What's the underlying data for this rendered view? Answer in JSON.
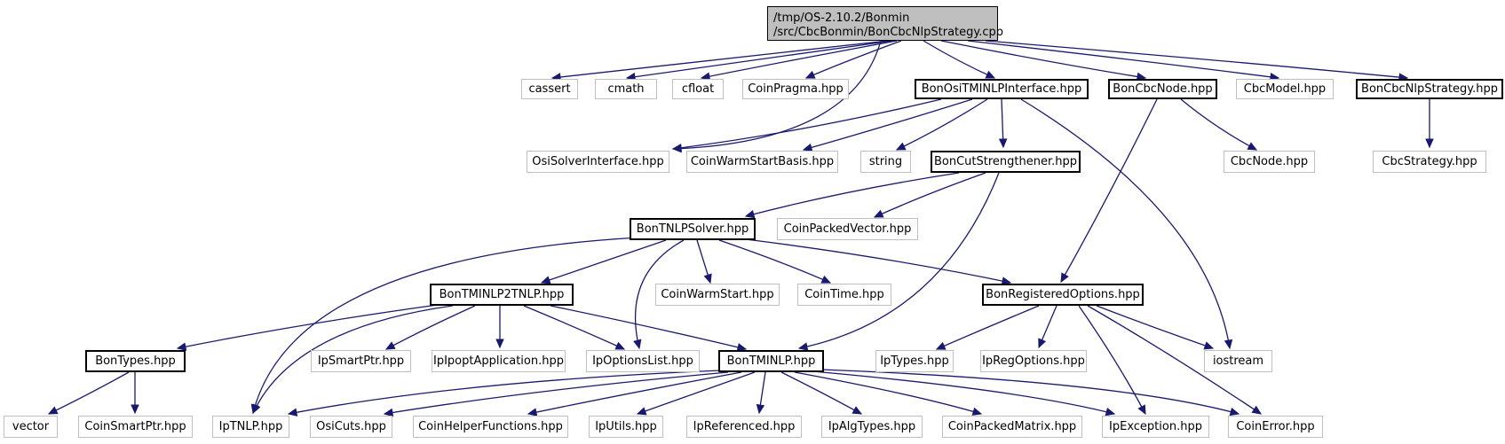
{
  "root": {
    "line1": "/tmp/OS-2.10.2/Bonmin",
    "line2": "/src/CbcBonmin/BonCbcNlpStrategy.cpp"
  },
  "nodes": {
    "cassert": "cassert",
    "cmath": "cmath",
    "cfloat": "cfloat",
    "coinpragma": "CoinPragma.hpp",
    "bonositminlp": "BonOsiTMINLPInterface.hpp",
    "boncbcnode": "BonCbcNode.hpp",
    "cbcmodel": "CbcModel.hpp",
    "boncbcnlpstrategy": "BonCbcNlpStrategy.hpp",
    "osisolver": "OsiSolverInterface.hpp",
    "coinwarmstartbasis": "CoinWarmStartBasis.hpp",
    "string": "string",
    "boncutstrengthener": "BonCutStrengthener.hpp",
    "cbcnode": "CbcNode.hpp",
    "cbcstrategy": "CbcStrategy.hpp",
    "bontnlpsolver": "BonTNLPSolver.hpp",
    "coinpackedvector": "CoinPackedVector.hpp",
    "bontminlp2tnlp": "BonTMINLP2TNLP.hpp",
    "coinwarmstart": "CoinWarmStart.hpp",
    "cointime": "CoinTime.hpp",
    "bonregisteredoptions": "BonRegisteredOptions.hpp",
    "bontypes": "BonTypes.hpp",
    "ipsmartptr": "IpSmartPtr.hpp",
    "ipipoptapplication": "IpIpoptApplication.hpp",
    "ipoptionslist": "IpOptionsList.hpp",
    "bontminlp": "BonTMINLP.hpp",
    "iptypes": "IpTypes.hpp",
    "ipregoptions": "IpRegOptions.hpp",
    "iostream": "iostream",
    "vector": "vector",
    "coinsmartptr": "CoinSmartPtr.hpp",
    "iptnlp": "IpTNLP.hpp",
    "osicuts": "OsiCuts.hpp",
    "coinhelperfunctions": "CoinHelperFunctions.hpp",
    "iputils": "IpUtils.hpp",
    "ipreferenced": "IpReferenced.hpp",
    "ipalgtypes": "IpAlgTypes.hpp",
    "coinpackedmatrix": "CoinPackedMatrix.hpp",
    "ipexception": "IpException.hpp",
    "coinerror": "CoinError.hpp"
  },
  "colors": {
    "edge": "#191970",
    "root_fill": "#bfbfbf",
    "documented_border": "#000000",
    "external_border": "#bfbfbf"
  }
}
